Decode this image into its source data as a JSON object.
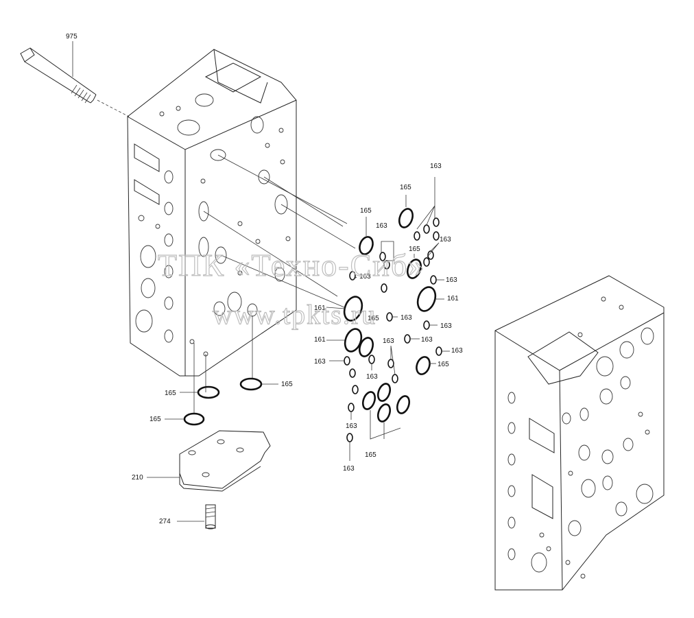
{
  "watermark": {
    "line1": "ТПК «Техно-Сиб»",
    "line2": "www.tpkts.ru"
  },
  "callouts": {
    "bolt": "975",
    "cover": "210",
    "screw": "274",
    "c165": "165",
    "c163": "163",
    "c161": "161"
  },
  "colors": {
    "ink": "#111111",
    "watermark": "#bdbdbd",
    "background": "#ffffff"
  }
}
